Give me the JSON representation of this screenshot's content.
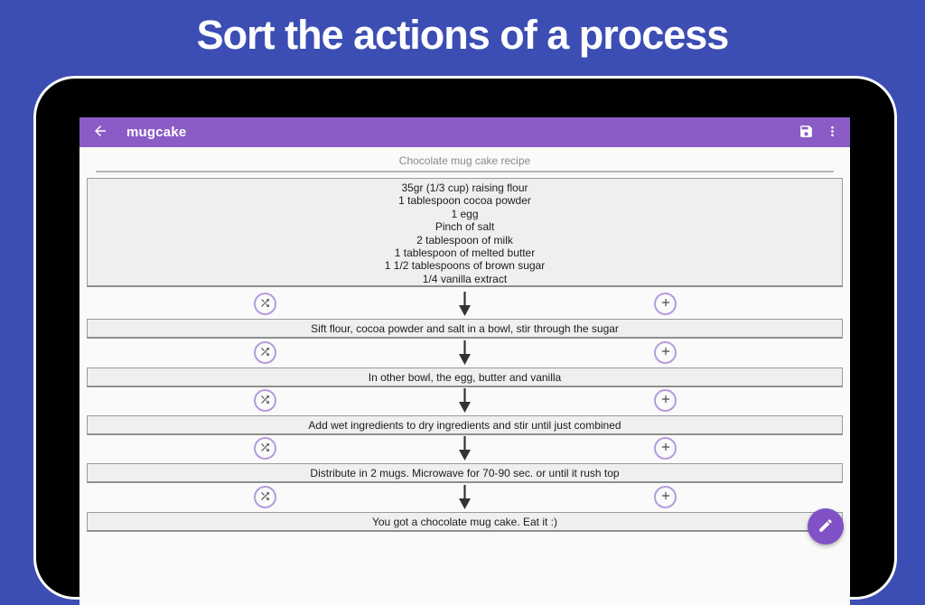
{
  "banner": {
    "title": "Sort the actions of a process"
  },
  "toolbar": {
    "title": "mugcake",
    "back_icon": "arrow-back",
    "save_icon": "save-floppy",
    "menu_icon": "more-vert"
  },
  "recipe": {
    "header": "Chocolate mug cake recipe",
    "ingredients": [
      "35gr (1/3 cup) raising flour",
      "1 tablespoon cocoa powder",
      "1 egg",
      "Pinch of salt",
      "2 tablespoon of milk",
      "1 tablespoon of melted butter",
      "1 1/2 tablespoons of brown sugar",
      "1/4 vanilla extract"
    ],
    "steps": [
      "Sift flour, cocoa powder and salt in a bowl, stir through the sugar",
      "In other bowl, the egg, butter and vanilla",
      "Add wet ingredients to dry ingredients and stir until just combined",
      "Distribute in 2 mugs. Microwave for 70-90 sec. or until it rush top",
      "You got a chocolate mug cake. Eat it :)"
    ]
  },
  "icons": {
    "row_left": "shuffle",
    "row_center": "arrow-down",
    "row_right": "plus",
    "fab": "pencil-edit"
  },
  "colors": {
    "background_blue": "#3C4EB3",
    "toolbar_purple": "#8B5CC6",
    "fab_purple": "#8151C6",
    "icon_ring_purple": "#b39ddb",
    "box_background": "#efefef",
    "box_border": "#9a9a9a",
    "header_gray": "#8a8a8a"
  }
}
